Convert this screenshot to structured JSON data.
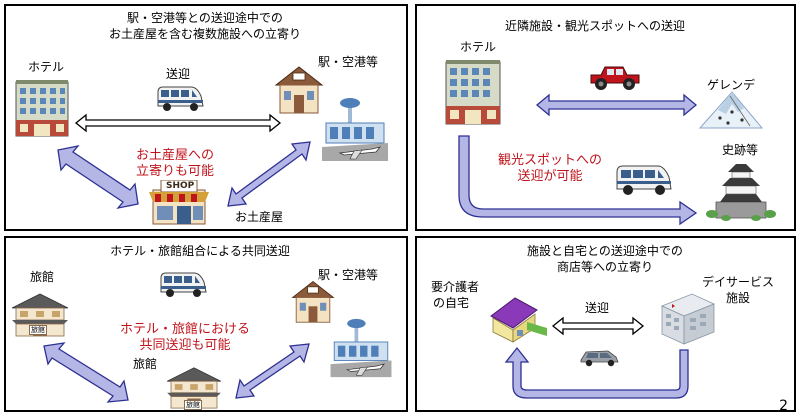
{
  "panels": [
    {
      "title": [
        "駅・空港等との送迎途中での",
        "お土産屋を含む複数施設への立寄り"
      ],
      "labels": {
        "hotel": "ホテル",
        "transfer": "送迎",
        "station": "駅・空港等",
        "shop": "お土産屋",
        "shop_sign": "SHOP"
      },
      "note": [
        "お土産屋への",
        "立寄りも可能"
      ]
    },
    {
      "title": [
        "近隣施設・観光スポットへの送迎"
      ],
      "labels": {
        "hotel": "ホテル",
        "slope": "ゲレンデ",
        "historic": "史跡等"
      },
      "note": [
        "観光スポットへの",
        "送迎が可能"
      ]
    },
    {
      "title": [
        "ホテル・旅館組合による共同送迎"
      ],
      "labels": {
        "ryokan_left": "旅館",
        "station": "駅・空港等",
        "ryokan_bottom": "旅館",
        "ryokan_sign": "旅館"
      },
      "note": [
        "ホテル・旅館における",
        "共同送迎も可能"
      ]
    },
    {
      "title": [
        "施設と自宅との送迎途中での",
        "商店等への立寄り"
      ],
      "labels": {
        "home": [
          "要介護者",
          "の自宅"
        ],
        "transfer": "送迎",
        "dayservice": [
          "デイサービス",
          "施設"
        ]
      }
    }
  ],
  "page_number": "2",
  "colors": {
    "note_red": "#c0141c",
    "arrow_fill": "#b4b6e6",
    "arrow_stroke": "#2e3192"
  }
}
